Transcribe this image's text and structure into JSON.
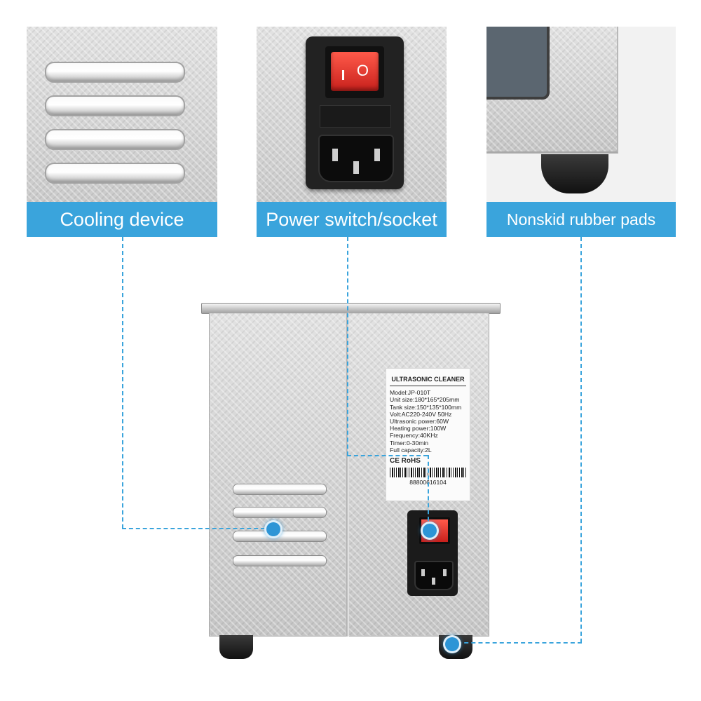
{
  "captions": {
    "cooling": "Cooling device",
    "power": "Power switch/socket",
    "pads": "Nonskid rubber pads"
  },
  "switch_symbol": "O",
  "label": {
    "title": "ULTRASONIC CLEANER",
    "lines": [
      "Model:JP-010T",
      "Unit size:180*165*205mm",
      "Tank size:150*135*100mm",
      "Volt:AC220-240V 50Hz",
      "Ultrasonic power:60W",
      "Heating power:100W",
      "Frequency:40KHz",
      "Timer:0-30min",
      "Full capacity:2L"
    ],
    "certifications": "CE RoHS",
    "barcode_number": "88800616104"
  },
  "colors": {
    "caption_blue": "#3aa4dc",
    "dot_blue": "#2d95d6",
    "switch_red": "#e4302d",
    "steel": "#d2d2d2"
  }
}
